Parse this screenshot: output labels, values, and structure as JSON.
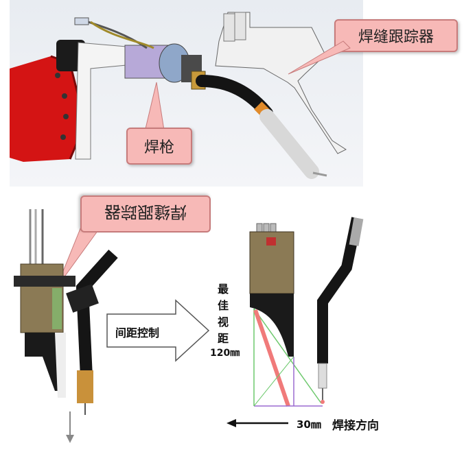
{
  "callouts": {
    "seam_tracker_top": "焊缝跟踪器",
    "welding_gun": "焊枪",
    "seam_tracker_bottom": "焊缝跟踪器"
  },
  "arrow_label": "间距控制",
  "best_view_distance": [
    "最",
    "佳",
    "视",
    "距",
    "120㎜"
  ],
  "offset_label": "30㎜",
  "welding_direction": "焊接方向",
  "colors": {
    "robot_red": "#d41414",
    "callout_fill": "#f7b9b7",
    "sensor_body": "#8b7a55",
    "laser_red": "#f07a7a",
    "guide_green": "#6cc86c",
    "guide_purple": "#9a6ad0"
  }
}
